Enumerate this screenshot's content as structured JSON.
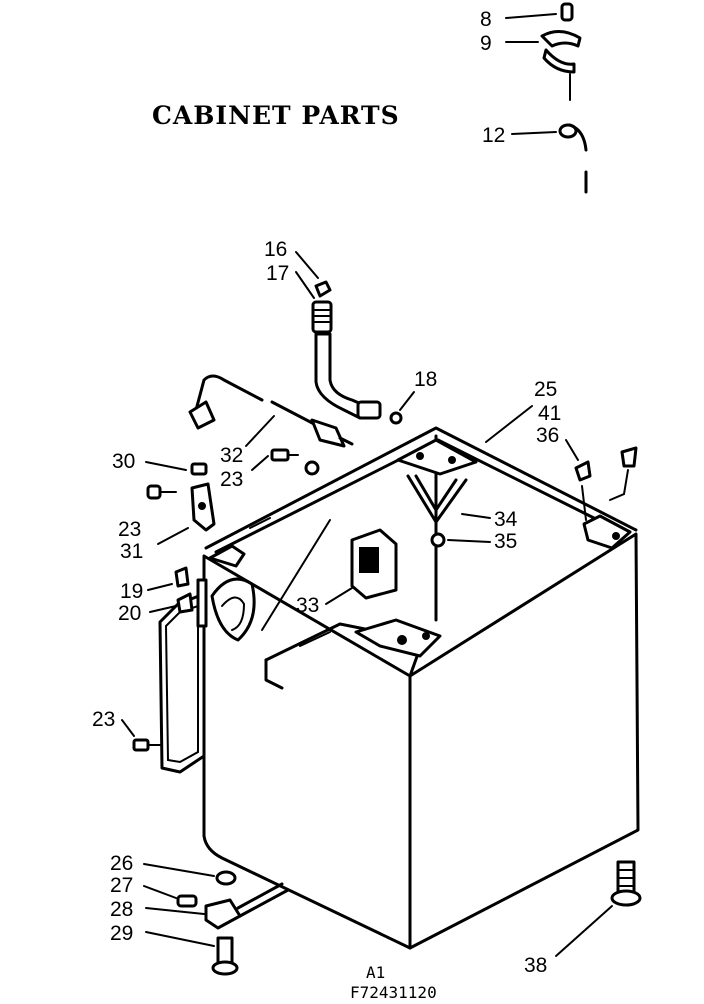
{
  "title": "CABINET PARTS",
  "labels": {
    "l8": "8",
    "l9": "9",
    "l12": "12",
    "l16": "16",
    "l17": "17",
    "l18": "18",
    "l25": "25",
    "l41": "41",
    "l36": "36",
    "l30": "30",
    "l32": "32",
    "l23a": "23",
    "l23b": "23",
    "l31": "31",
    "l34": "34",
    "l35": "35",
    "l19": "19",
    "l20": "20",
    "l33": "33",
    "l23c": "23",
    "l26": "26",
    "l27": "27",
    "l28": "28",
    "l29": "29",
    "l38": "38"
  },
  "footer": {
    "code_a": "A1",
    "code_b": "F72431120"
  }
}
